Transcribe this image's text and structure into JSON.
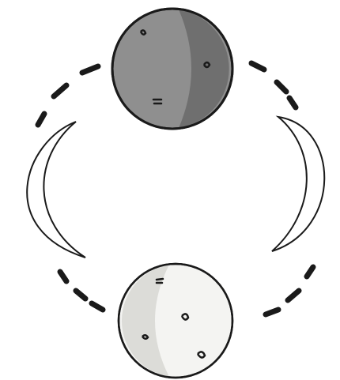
{
  "diagram": {
    "phases": [
      {
        "name": "new-moon",
        "shading": "dark",
        "position": "top"
      },
      {
        "name": "waxing-crescent",
        "shading": "outline",
        "position": "right"
      },
      {
        "name": "full-moon",
        "shading": "light",
        "position": "bottom"
      },
      {
        "name": "waning-crescent",
        "shading": "outline",
        "position": "left"
      }
    ],
    "orbit_style": "dashed",
    "colors": {
      "stroke": "#1a1a1a",
      "dark_moon": "#8f8f8f",
      "dark_moon_shadow": "#6f6f6f",
      "light_moon": "#f4f4f2",
      "light_moon_shadow": "#dcdcd8",
      "background": "#ffffff"
    }
  }
}
